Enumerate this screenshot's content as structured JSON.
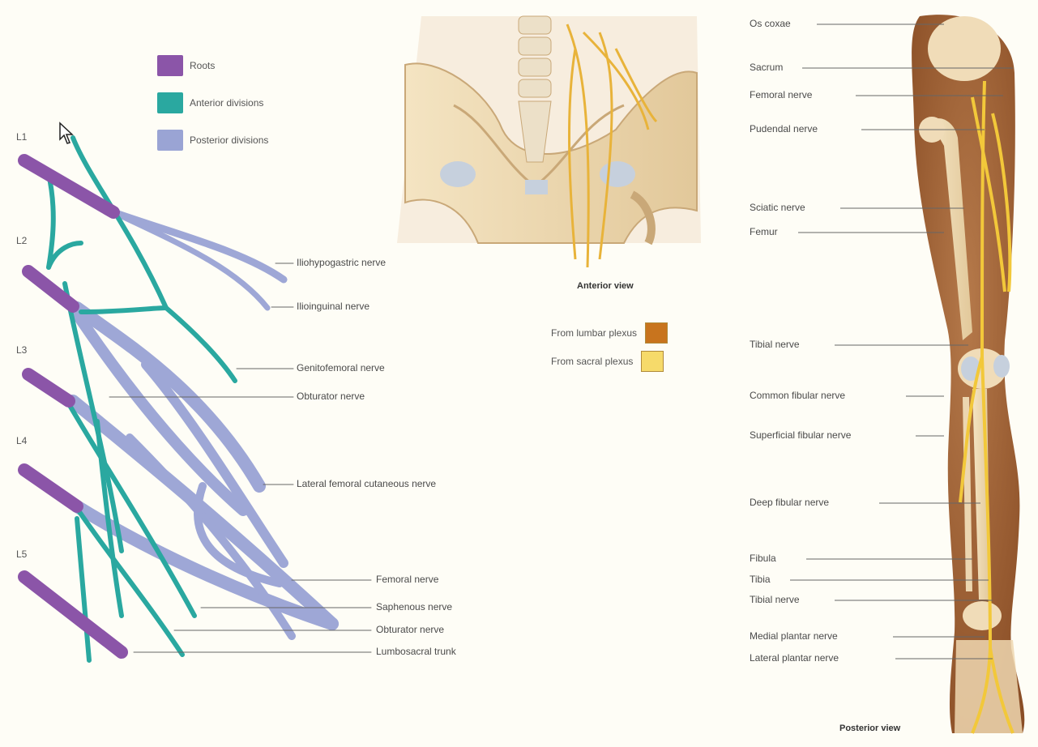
{
  "levels": [
    "L1",
    "L2",
    "L3",
    "L4",
    "L5"
  ],
  "legend": {
    "roots": "Roots",
    "anterior": "Anterior divisions",
    "posterior": "Posterior divisions"
  },
  "colors": {
    "roots": "#8b55a8",
    "anterior": "#2aa8a0",
    "posterior": "#9aa4d4",
    "lumbar": "#c8741e",
    "sacral": "#f6da6a"
  },
  "plexus_labels": {
    "iliohypogastric": "Iliohypogastric nerve",
    "ilioinguinal": "Ilioinguinal nerve",
    "genitofemoral": "Genitofemoral nerve",
    "obturator_upper": "Obturator nerve",
    "lateral_femoral": "Lateral femoral cutaneous nerve",
    "femoral": "Femoral nerve",
    "saphenous": "Saphenous nerve",
    "obturator_lower": "Obturator nerve",
    "lumbosacral": "Lumbosacral trunk"
  },
  "pelvis": {
    "caption": "Anterior view",
    "from_lumbar": "From lumbar plexus",
    "from_sacral": "From sacral plexus"
  },
  "leg_labels": {
    "os_coxae": "Os coxae",
    "sacrum": "Sacrum",
    "femoral_nerve": "Femoral nerve",
    "pudendal_nerve": "Pudendal nerve",
    "sciatic_nerve": "Sciatic nerve",
    "femur": "Femur",
    "tibial_nerve_upper": "Tibial nerve",
    "common_fibular": "Common fibular nerve",
    "superficial_fibular": "Superficial fibular nerve",
    "deep_fibular": "Deep fibular nerve",
    "fibula": "Fibula",
    "tibia": "Tibia",
    "tibial_nerve_lower": "Tibial nerve",
    "medial_plantar": "Medial plantar nerve",
    "lateral_plantar": "Lateral plantar nerve",
    "caption": "Posterior view"
  }
}
